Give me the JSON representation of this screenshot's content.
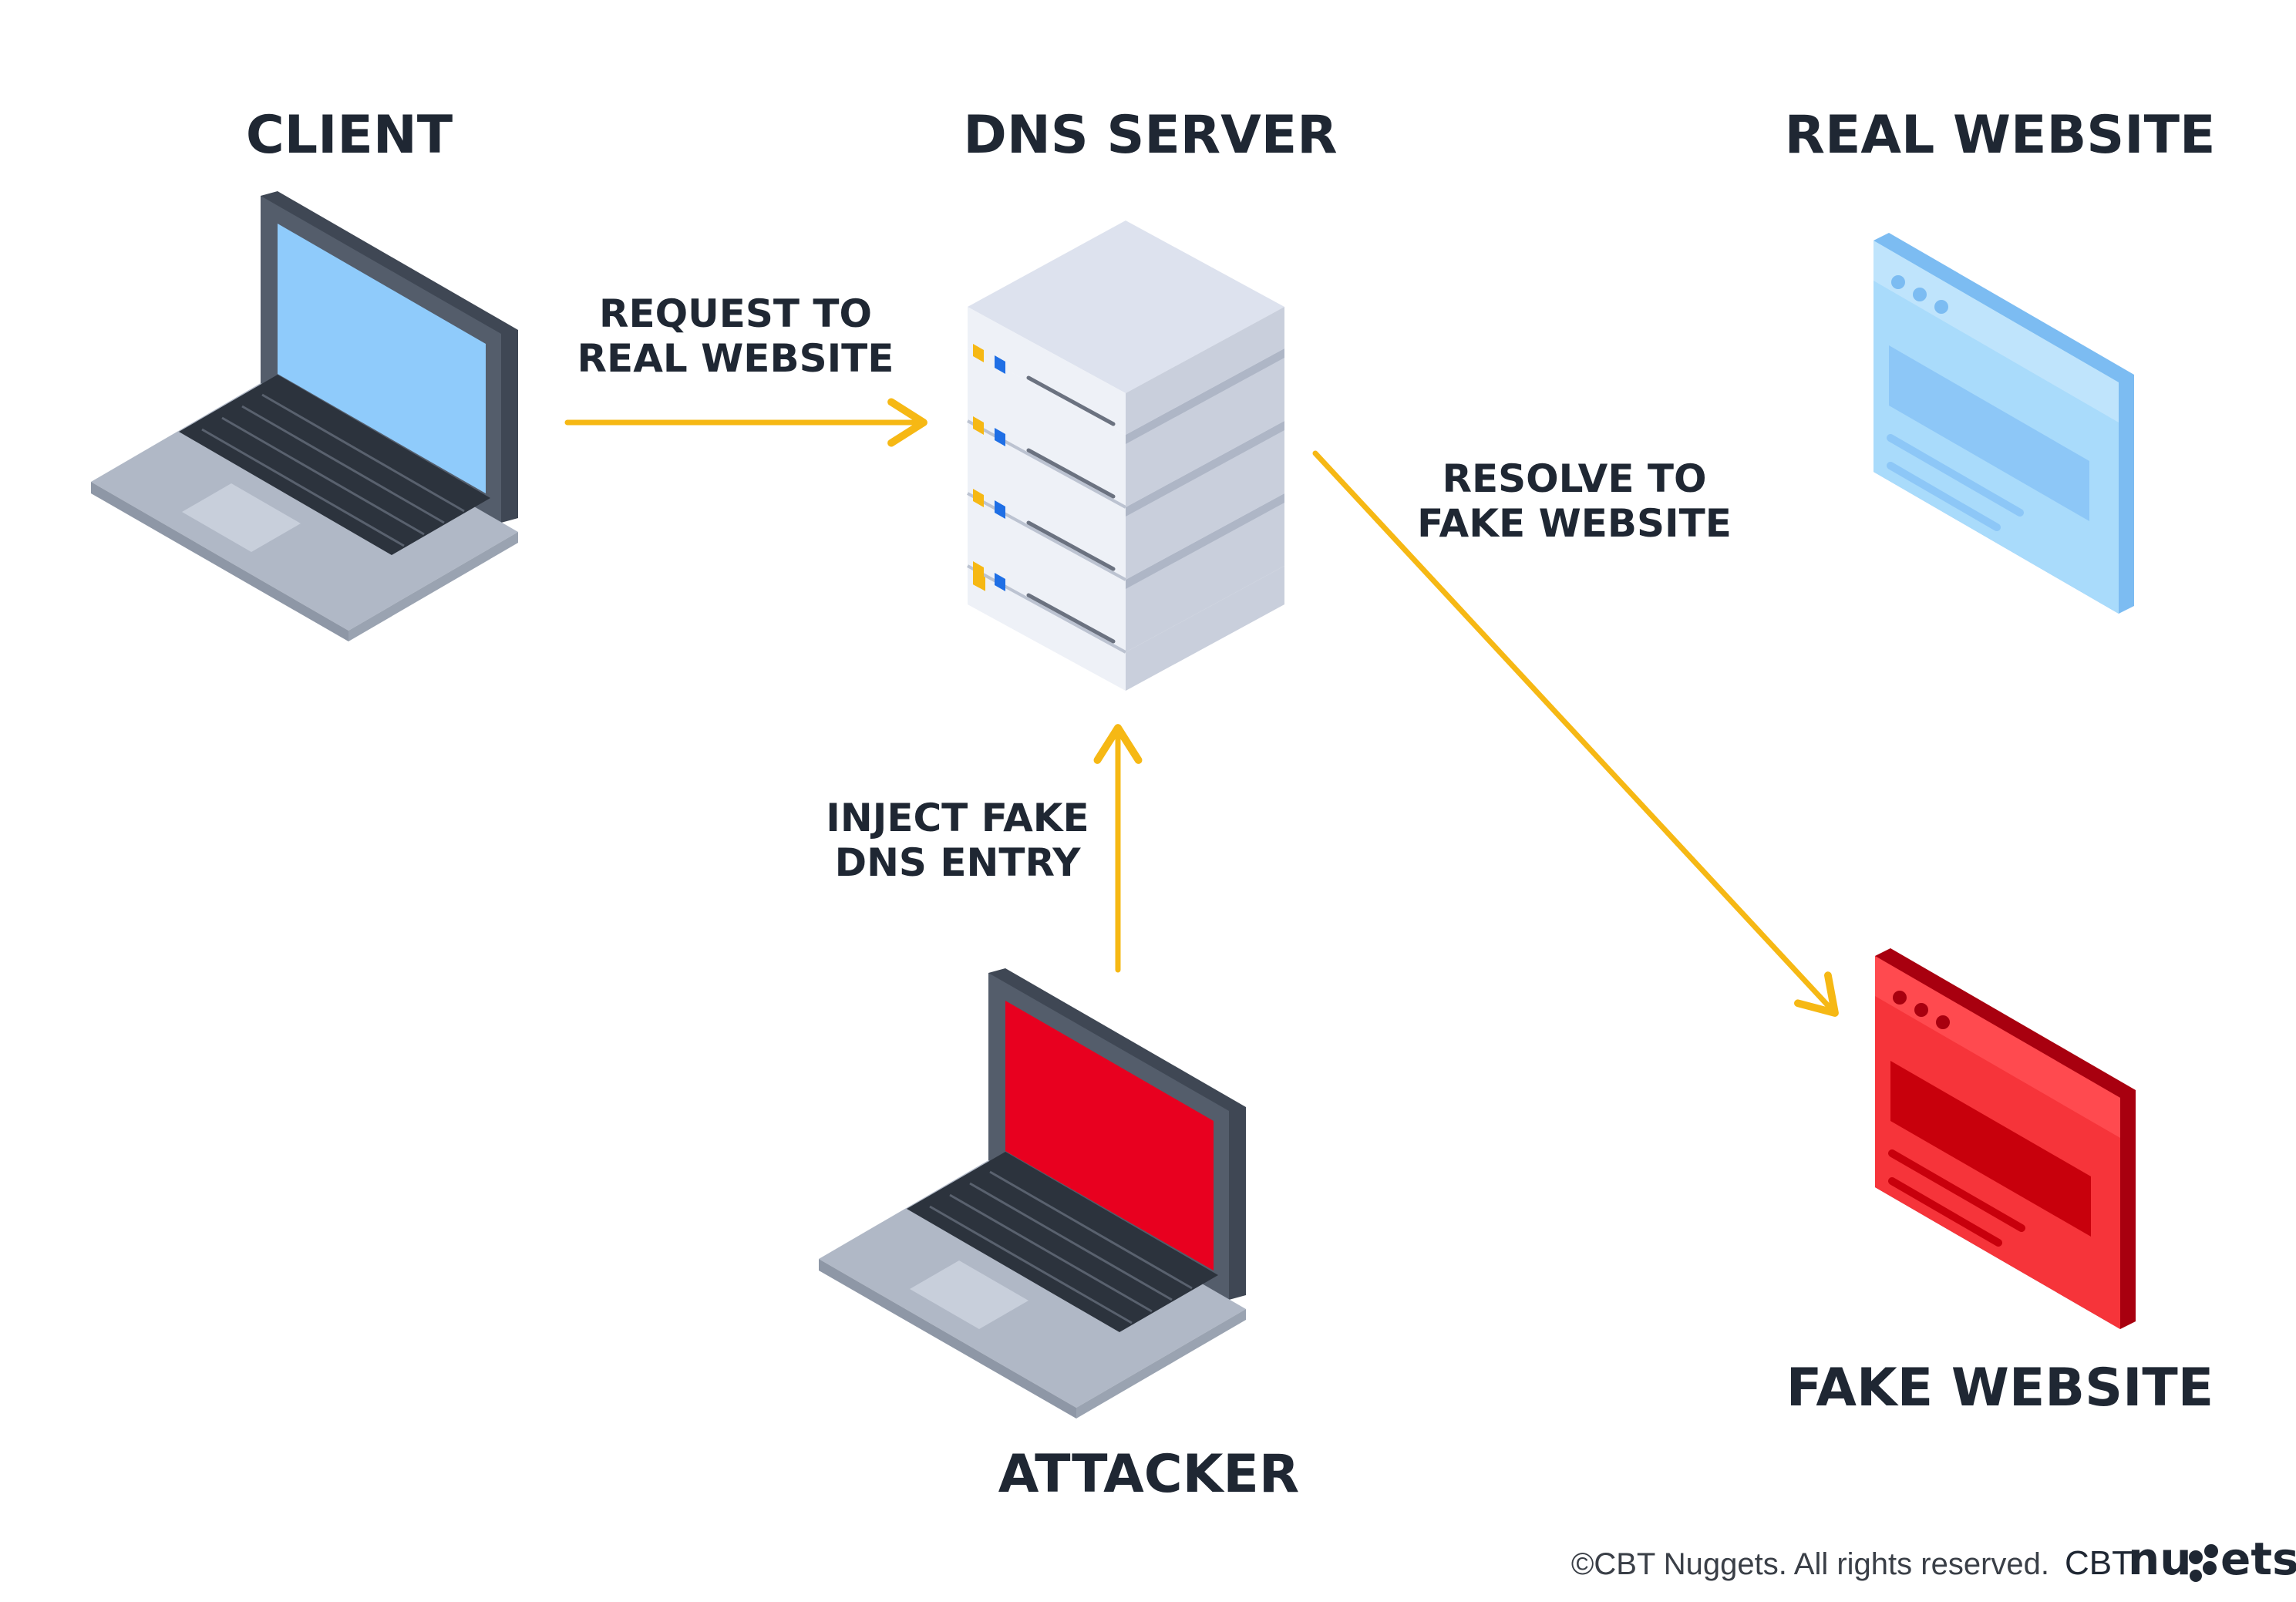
{
  "nodes": {
    "client": {
      "label": "CLIENT"
    },
    "dns_server": {
      "label": "DNS SERVER"
    },
    "real_website": {
      "label": "REAL WEBSITE"
    },
    "fake_website": {
      "label": "FAKE WEBSITE"
    },
    "attacker": {
      "label": "ATTACKER"
    }
  },
  "edges": {
    "request": {
      "line1": "REQUEST TO",
      "line2": "REAL WEBSITE"
    },
    "resolve": {
      "line1": "RESOLVE TO",
      "line2": "FAKE WEBSITE"
    },
    "inject": {
      "line1": "INJECT FAKE",
      "line2": "DNS ENTRY"
    }
  },
  "footer": {
    "copyright": "©CBT Nuggets. All rights reserved.",
    "brand_prefix": "CBT",
    "brand_name_start": "nu",
    "brand_name_end": "ets"
  },
  "icons": {
    "client": "laptop-icon",
    "attacker": "laptop-icon",
    "dns_server": "server-stack-icon",
    "real_website": "browser-window-icon",
    "fake_website": "browser-window-icon",
    "brand_mark": "nuggets-dots-icon"
  },
  "colors": {
    "arrow": "#f6b814",
    "client_screen": "#8fcbfb",
    "attacker_screen": "#e8001f",
    "real_site": "#a9dbfb",
    "fake_site": "#f6343a",
    "text": "#1f2733"
  }
}
